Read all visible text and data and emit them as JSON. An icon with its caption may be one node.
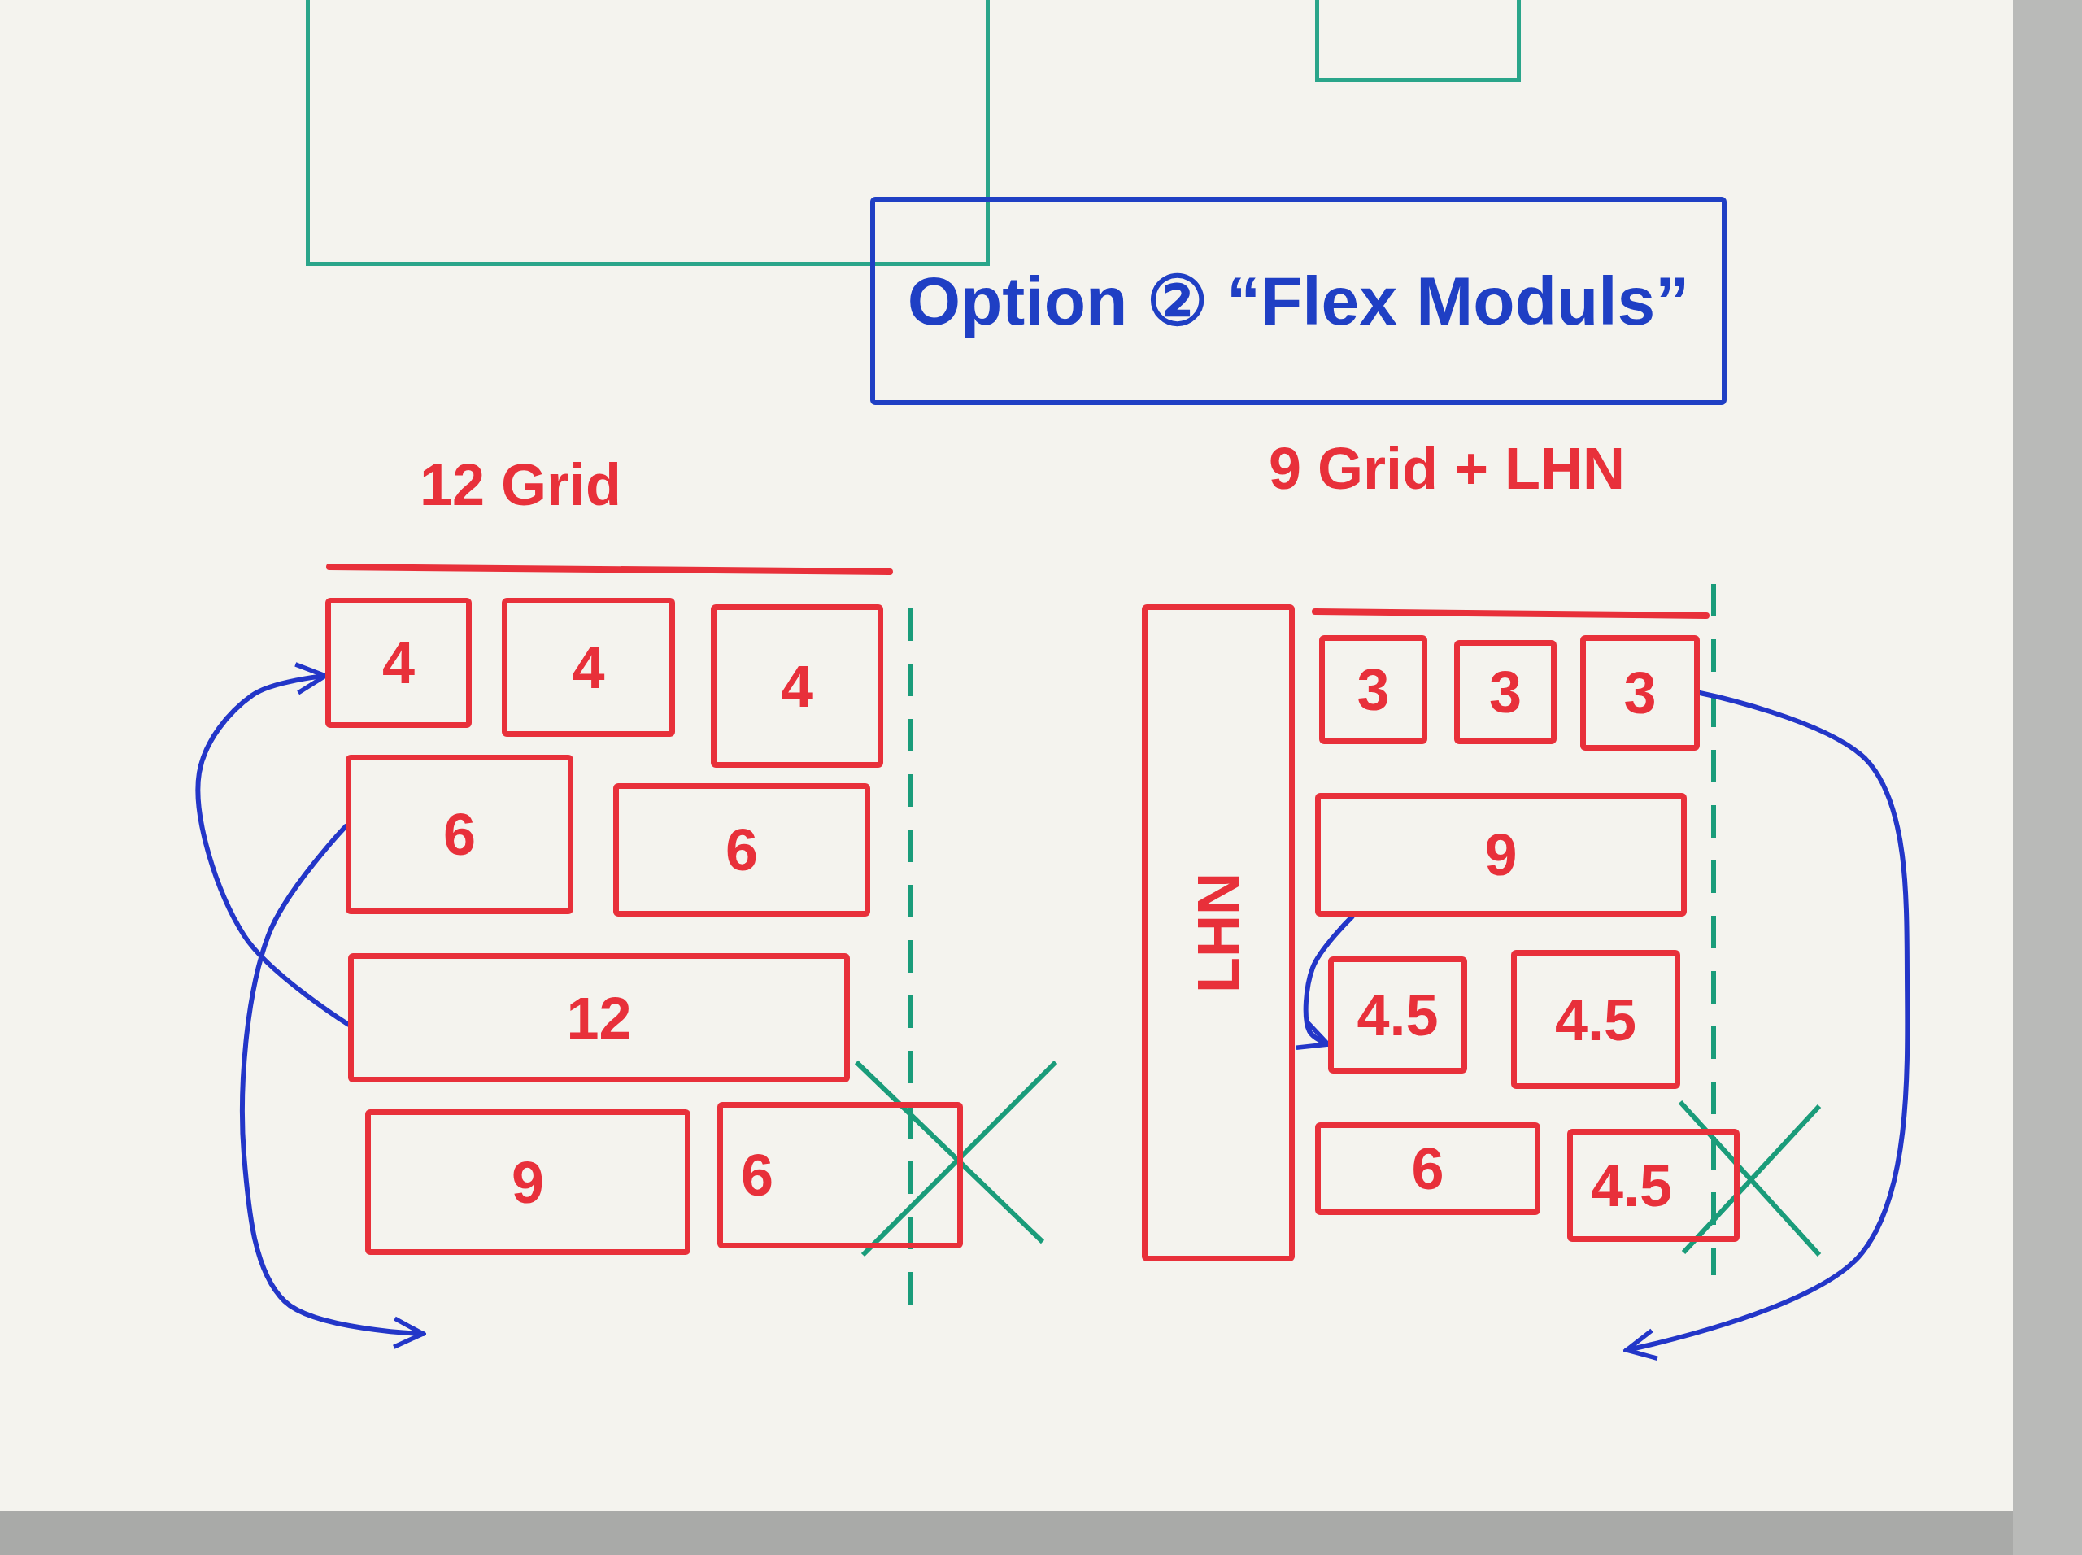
{
  "diagram": {
    "nodes": [
      {
        "text": [],
        "shape": "box"
      },
      {
        "text": [],
        "shape": "box"
      },
      {
        "text": [
          "Option ② “Flex Moduls”"
        ]
      },
      {
        "text": [
          "12 Grid"
        ]
      },
      {
        "text": [
          "4"
        ],
        "in": 3
      },
      {
        "text": [
          "4"
        ],
        "in": 3
      },
      {
        "text": [
          "4"
        ],
        "in": 3
      },
      {
        "text": [
          "6"
        ],
        "in": 3
      },
      {
        "text": [
          "6"
        ],
        "in": 3
      },
      {
        "text": [
          "12"
        ],
        "in": 3
      },
      {
        "text": [
          "9"
        ],
        "in": 3
      },
      {
        "text": [
          "6"
        ],
        "in": 3
      },
      {
        "text": [
          "9 Grid + LHN"
        ]
      },
      {
        "text": [
          "LHN"
        ],
        "in": 12
      },
      {
        "text": [
          "3"
        ],
        "in": 12
      },
      {
        "text": [
          "3"
        ],
        "in": 12
      },
      {
        "text": [
          "3"
        ],
        "in": 12
      },
      {
        "text": [
          "9"
        ],
        "in": 12
      },
      {
        "text": [
          "4.5"
        ],
        "in": 12
      },
      {
        "text": [
          "4.5"
        ],
        "in": 12
      },
      {
        "text": [
          "6"
        ],
        "in": 12
      },
      {
        "text": [
          "4.5"
        ],
        "in": 12
      }
    ],
    "edges": [
      {
        "from": 9,
        "to": 4,
        "arrow": "to"
      },
      {
        "from": 7,
        "to": null,
        "arrow": "to"
      },
      {
        "from": 17,
        "to": 18,
        "arrow": "to"
      },
      {
        "from": 16,
        "to": null,
        "arrow": "to"
      }
    ]
  }
}
